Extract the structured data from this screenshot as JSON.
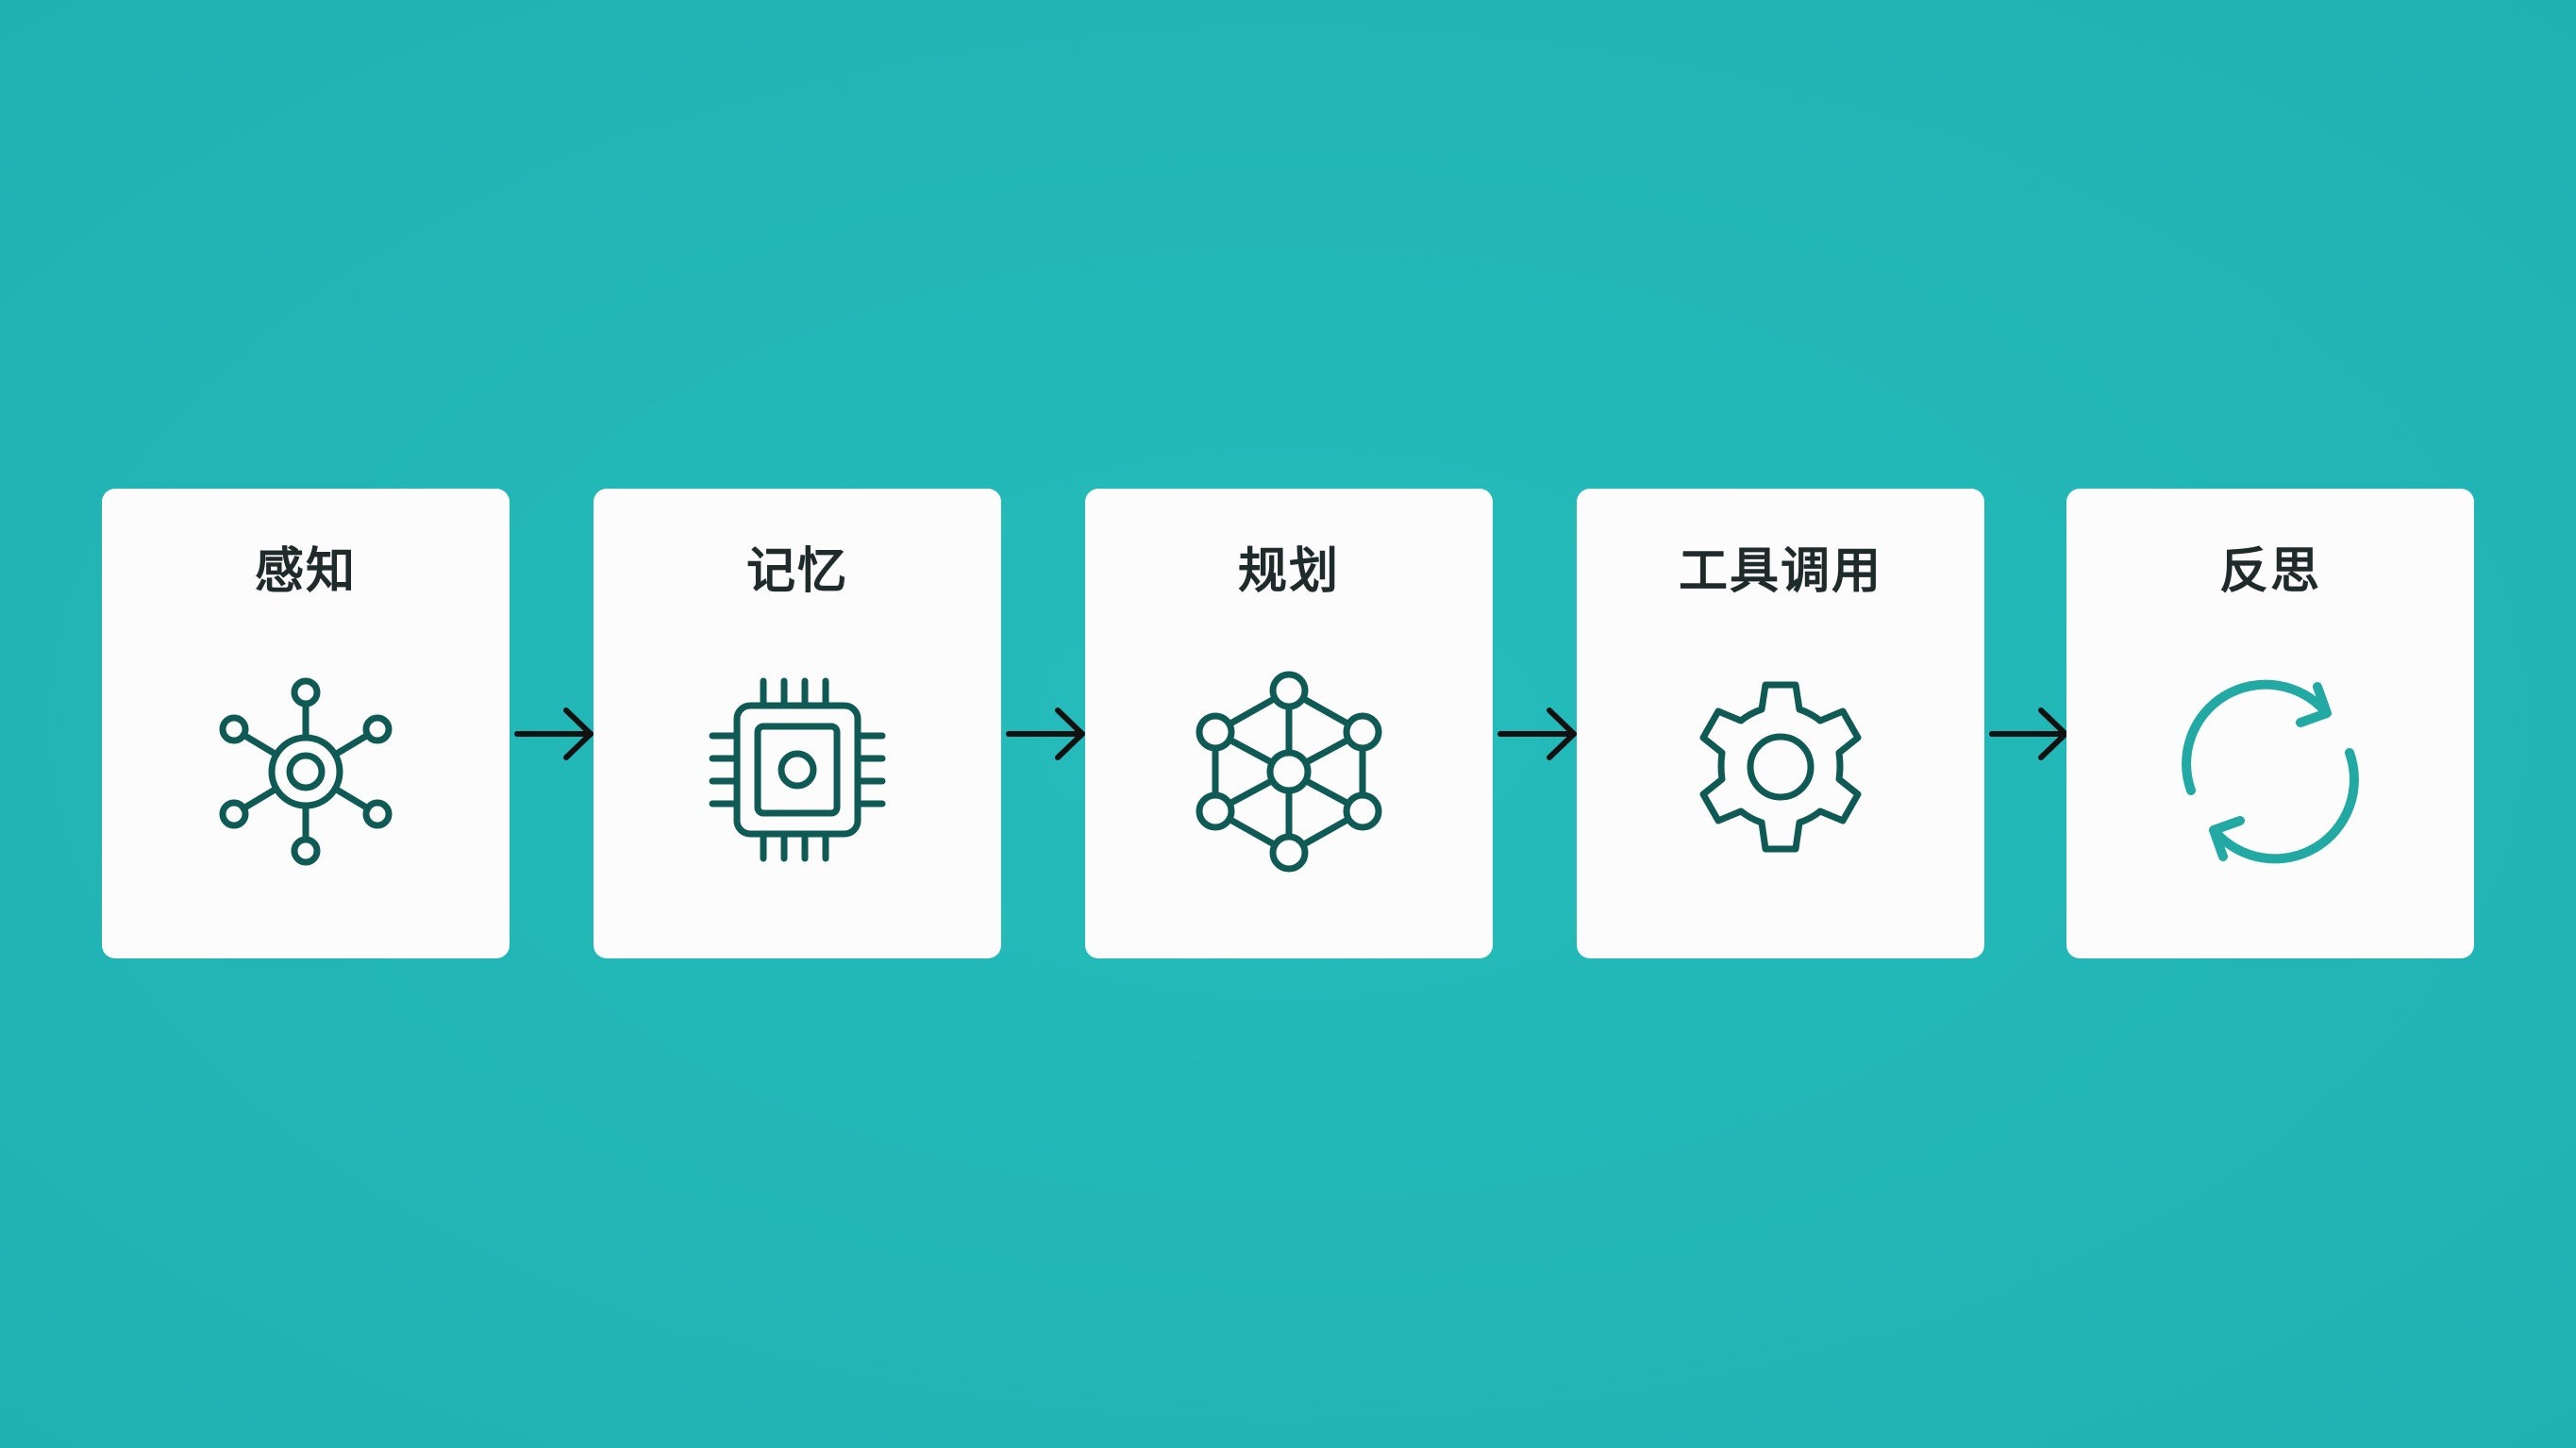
{
  "colors": {
    "background": "#22b8b8",
    "card": "#fbfcfb",
    "icon_stroke": "#0f5a55",
    "reflect_icon": "#22a9a3",
    "arrow": "#111111",
    "title_text": "#1f2a2a"
  },
  "steps": [
    {
      "label": "感知",
      "icon": "network-hub-icon"
    },
    {
      "label": "记忆",
      "icon": "chip-icon"
    },
    {
      "label": "规划",
      "icon": "hex-network-icon"
    },
    {
      "label": "工具调用",
      "icon": "gear-icon"
    },
    {
      "label": "反思",
      "icon": "refresh-cycle-icon"
    }
  ]
}
